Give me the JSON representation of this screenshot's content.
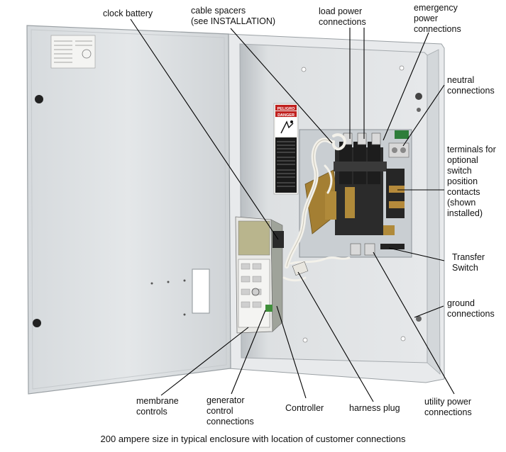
{
  "labels": {
    "clock_battery": "clock battery",
    "cable_spacers": [
      "cable spacers",
      "(see INSTALLATION)"
    ],
    "load_power": [
      "load power",
      "connections"
    ],
    "emergency_power": [
      "emergency",
      "power",
      "connections"
    ],
    "neutral": [
      "neutral",
      "connections"
    ],
    "terminals": [
      "terminals for",
      "optional",
      "switch",
      "position",
      "contacts",
      "(shown",
      "installed)"
    ],
    "transfer_switch": [
      "Transfer",
      "Switch"
    ],
    "ground": [
      "ground",
      "connections"
    ],
    "utility_power": [
      "utility power",
      "connections"
    ],
    "harness_plug": "harness plug",
    "controller": "Controller",
    "generator_control": [
      "generator",
      "control",
      "connections"
    ],
    "membrane_controls": [
      "membrane",
      "controls"
    ]
  },
  "placards": {
    "peligro": "PELIGRO",
    "danger": "DANGER"
  },
  "caption": "200 ampere size in typical enclosure with location of customer connections",
  "colors": {
    "enclosure": "#e9ebec",
    "door": "#dfe3e6",
    "backplate": "#cdd2d6",
    "switch_body": "#2a2a2a",
    "copper": "#b08a3a",
    "leader": "#000000"
  }
}
